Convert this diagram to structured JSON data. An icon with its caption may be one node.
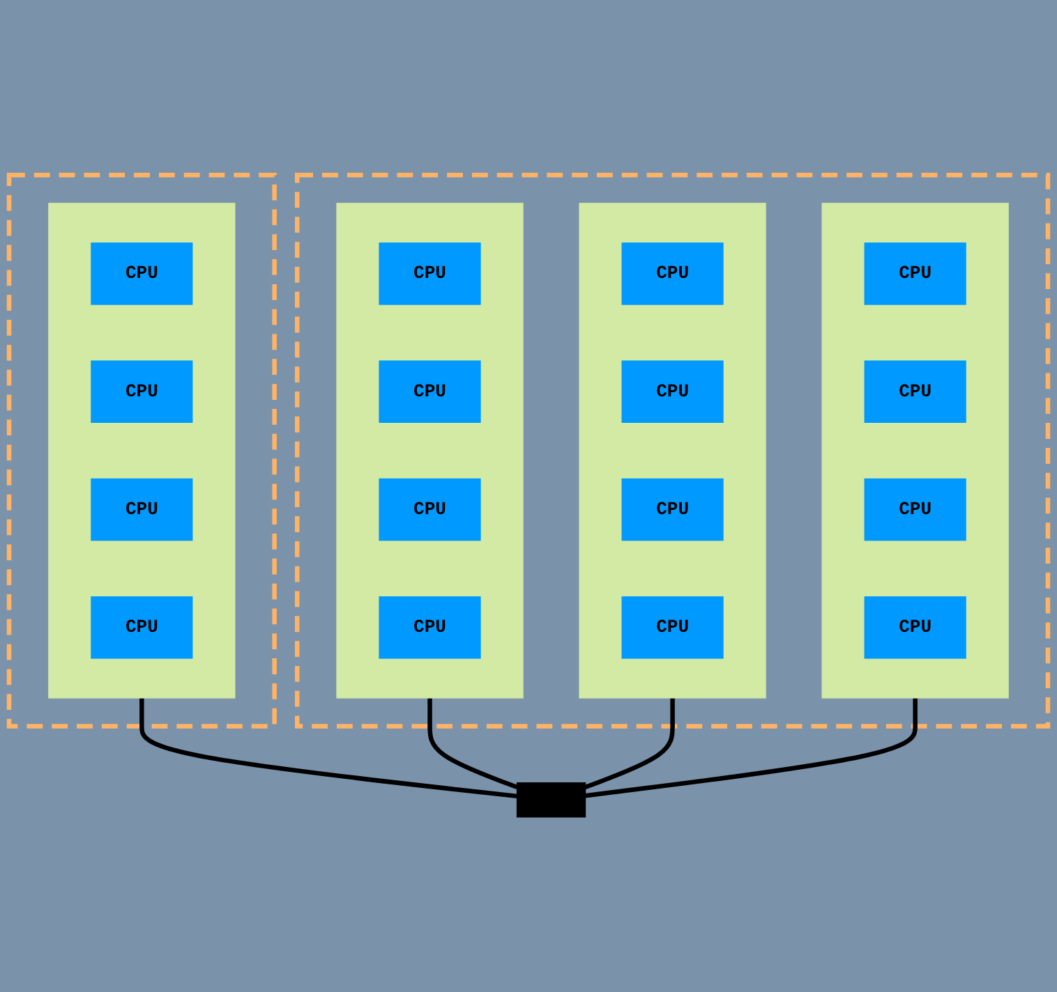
{
  "diagram": {
    "nodes": [
      {
        "text": [],
        "shape": "region"
      },
      {
        "text": [],
        "shape": "box",
        "in": 0
      },
      {
        "text": [
          "CPU"
        ],
        "in": 1
      },
      {
        "text": [
          "CPU"
        ],
        "in": 1
      },
      {
        "text": [
          "CPU"
        ],
        "in": 1
      },
      {
        "text": [
          "CPU"
        ],
        "in": 1
      },
      {
        "text": [],
        "shape": "region"
      },
      {
        "text": [],
        "shape": "box",
        "in": 6
      },
      {
        "text": [
          "CPU"
        ],
        "in": 7
      },
      {
        "text": [
          "CPU"
        ],
        "in": 7
      },
      {
        "text": [
          "CPU"
        ],
        "in": 7
      },
      {
        "text": [
          "CPU"
        ],
        "in": 7
      },
      {
        "text": [],
        "shape": "bar"
      },
      {
        "text": [],
        "shape": "box",
        "in": 6
      },
      {
        "text": [
          "CPU"
        ],
        "in": 13
      },
      {
        "text": [
          "CPU"
        ],
        "in": 13
      },
      {
        "text": [
          "CPU"
        ],
        "in": 13
      },
      {
        "text": [
          "CPU"
        ],
        "in": 13
      },
      {
        "text": [],
        "shape": "box",
        "in": 6
      },
      {
        "text": [
          "CPU"
        ],
        "in": 18
      },
      {
        "text": [
          "CPU"
        ],
        "in": 18
      },
      {
        "text": [
          "CPU"
        ],
        "in": 18
      },
      {
        "text": [
          "CPU"
        ],
        "in": 18
      }
    ],
    "edges": [
      {
        "from": 1,
        "to": 12,
        "arrow": "none"
      },
      {
        "from": 7,
        "to": 12,
        "arrow": "none"
      },
      {
        "from": 13,
        "to": 12,
        "arrow": "none"
      },
      {
        "from": 18,
        "to": 12,
        "arrow": "none"
      }
    ]
  }
}
